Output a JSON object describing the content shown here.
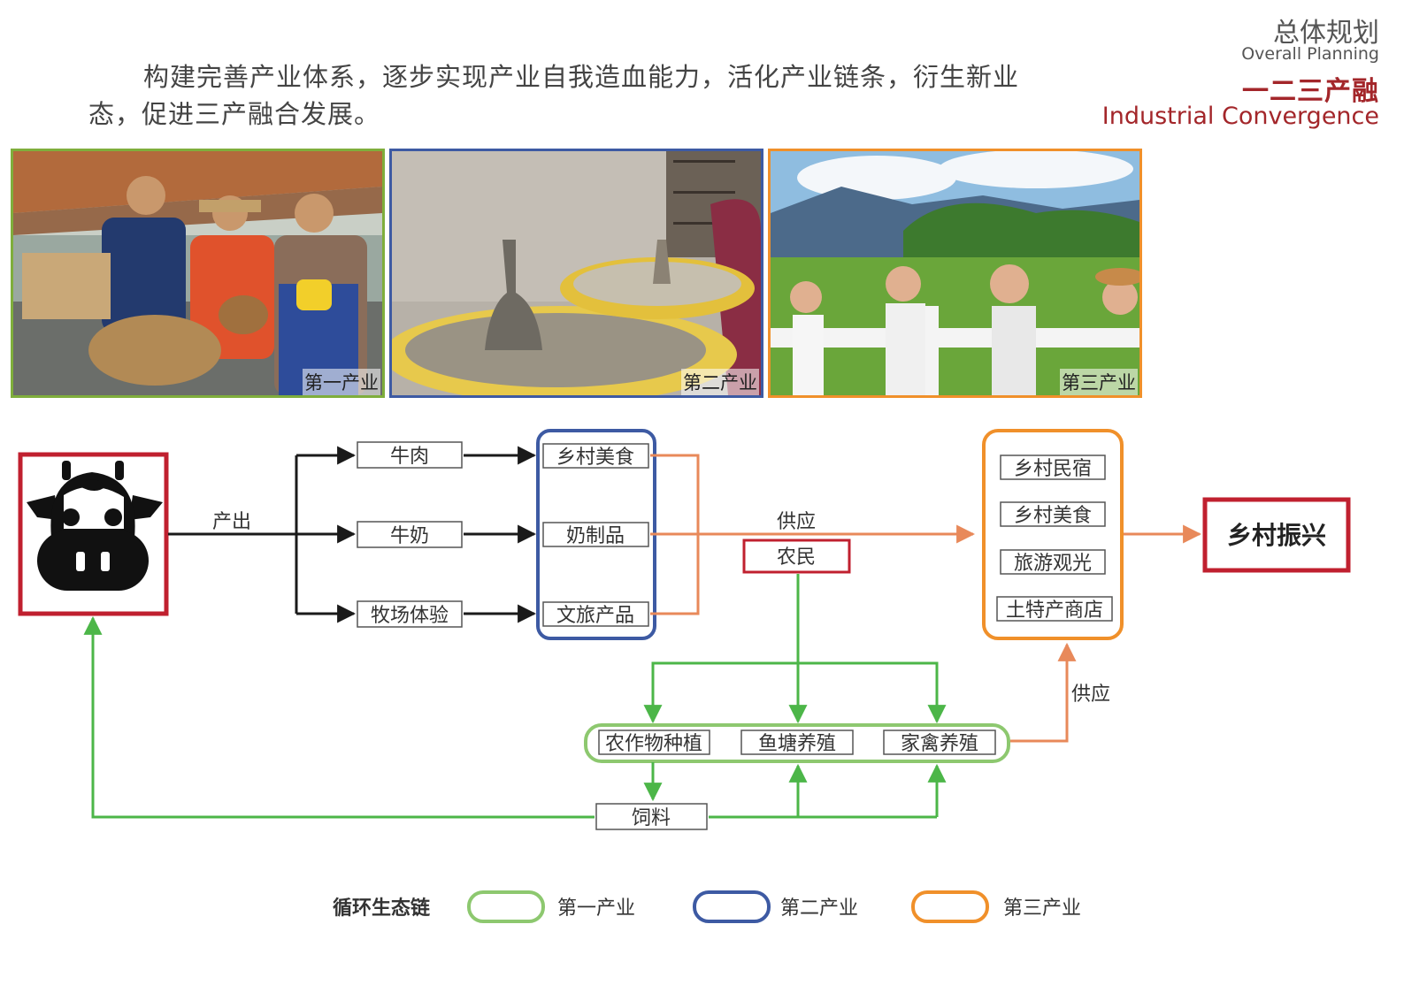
{
  "header": {
    "title": "总体规划",
    "subtitle": "Overall  Planning",
    "section": "一二三产融",
    "section_en": "Industrial Convergence"
  },
  "intro": "构建完善产业体系，逐步实现产业自我造血能力，活化产业链条，衍生新业态，促进三产融合发展。",
  "photos": [
    {
      "caption": "第一产业",
      "border": "#7fae3c"
    },
    {
      "caption": "第二产业",
      "border": "#3d5aa3"
    },
    {
      "caption": "第三产业",
      "border": "#f0902a"
    }
  ],
  "diagram": {
    "label_output": "产出",
    "products": [
      "牛肉",
      "牛奶",
      "牧场体验"
    ],
    "secondary": [
      "乡村美食",
      "奶制品",
      "文旅产品"
    ],
    "label_supply_top": "供应",
    "farmer": "农民",
    "tertiary": [
      "乡村民宿",
      "乡村美食",
      "旅游观光",
      "土特产商店"
    ],
    "goal": "乡村振兴",
    "label_supply_right": "供应",
    "primary": [
      "农作物种植",
      "鱼塘养殖",
      "家禽养殖"
    ],
    "feed": "饲料"
  },
  "legend": {
    "title": "循环生态链",
    "items": [
      {
        "label": "第一产业",
        "color": "#8dc86f"
      },
      {
        "label": "第二产业",
        "color": "#3d5aa3"
      },
      {
        "label": "第三产业",
        "color": "#f0902a"
      }
    ]
  },
  "colors": {
    "red": "#c0202f",
    "blue": "#3d5aa3",
    "orange": "#f0902a",
    "green": "#4cb648",
    "light_green": "#8dc86f",
    "dark_red_text": "#a3262a"
  }
}
